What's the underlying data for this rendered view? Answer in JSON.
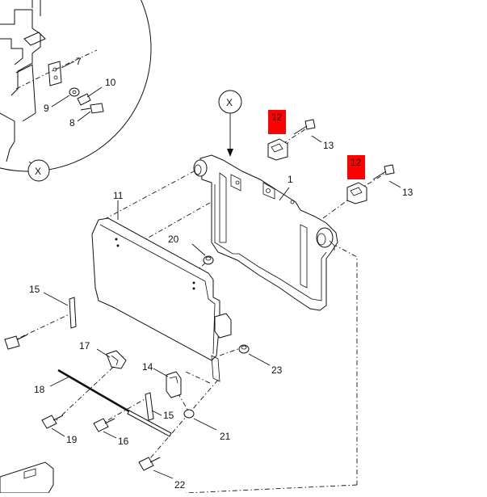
{
  "diagram": {
    "detail_marker": "X",
    "callouts": {
      "c1": "1",
      "c7": "7",
      "c8": "8",
      "c9": "9",
      "c10": "10",
      "c11": "11",
      "c12a": "12",
      "c12b": "12",
      "c13a": "13",
      "c13b": "13",
      "c14": "14",
      "c15a": "15",
      "c15b": "15",
      "c16": "16",
      "c17": "17",
      "c18": "18",
      "c19": "19",
      "c20": "20",
      "c21": "21",
      "c22": "22",
      "c23": "23"
    },
    "colors": {
      "highlight": "#ff0000",
      "line": "#111111",
      "paper": "#ffffff"
    }
  }
}
